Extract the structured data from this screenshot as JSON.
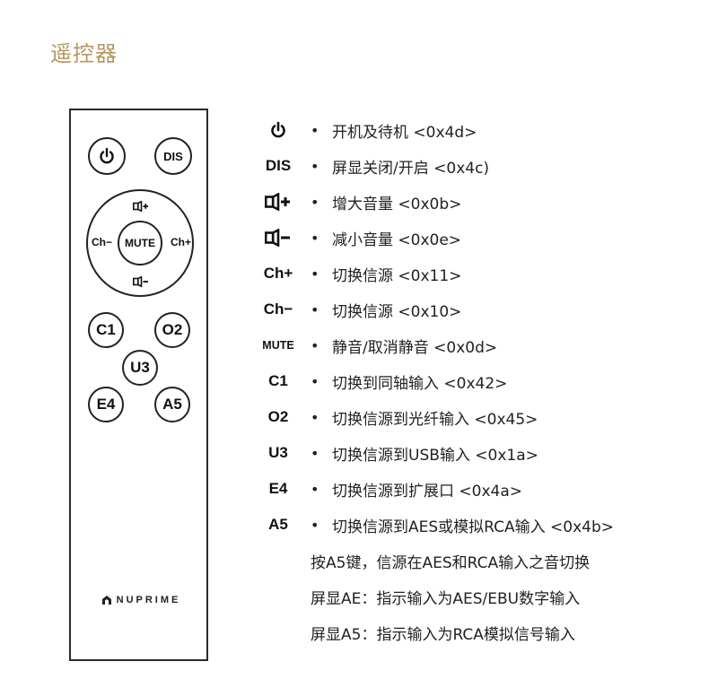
{
  "title": "遥控器",
  "remote": {
    "power_label": "",
    "dis_label": "DIS",
    "ring": {
      "left_label": "Ch−",
      "center_label": "MUTE",
      "right_label": "Ch+"
    },
    "c1_label": "C1",
    "o2_label": "O2",
    "u3_label": "U3",
    "e4_label": "E4",
    "a5_label": "A5",
    "brand": "NUPRIME"
  },
  "legend": [
    {
      "key": "",
      "icon": "power-icon",
      "bullet": "•",
      "desc": "开机及待机 <0x4d>"
    },
    {
      "key": "DIS",
      "bullet": "•",
      "desc": "屏显关闭/开启 <0x4c)"
    },
    {
      "key": "",
      "icon": "volume-up-icon",
      "bullet": "•",
      "desc": "增大音量 <0x0b>"
    },
    {
      "key": "",
      "icon": "volume-down-icon",
      "bullet": "•",
      "desc": "减小音量 <0x0e>"
    },
    {
      "key": "Ch+",
      "bullet": "•",
      "desc": "切换信源  <0x11>"
    },
    {
      "key": "Ch−",
      "bullet": "•",
      "desc": "切换信源 <0x10>"
    },
    {
      "key": "MUTE",
      "bullet": "•",
      "desc": "静音/取消静音 <0x0d>"
    },
    {
      "key": "C1",
      "bullet": "•",
      "desc": "切换到同轴输入 <0x42>"
    },
    {
      "key": "O2",
      "bullet": "•",
      "desc": "切换信源到光纤输入 <0x45>"
    },
    {
      "key": "U3",
      "bullet": "•",
      "desc": "切换信源到USB输入 <0x1a>"
    },
    {
      "key": "E4",
      "bullet": "•",
      "desc": "切换信源到扩展口 <0x4a>"
    },
    {
      "key": "A5",
      "bullet": "•",
      "desc": "切换信源到AES或模拟RCA输入 <0x4b>"
    }
  ],
  "notes": [
    "按A5键，信源在AES和RCA输入之音切换",
    "屏显AE：指示输入为AES/EBU数字输入",
    "屏显A5：指示输入为RCA模拟信号输入"
  ]
}
